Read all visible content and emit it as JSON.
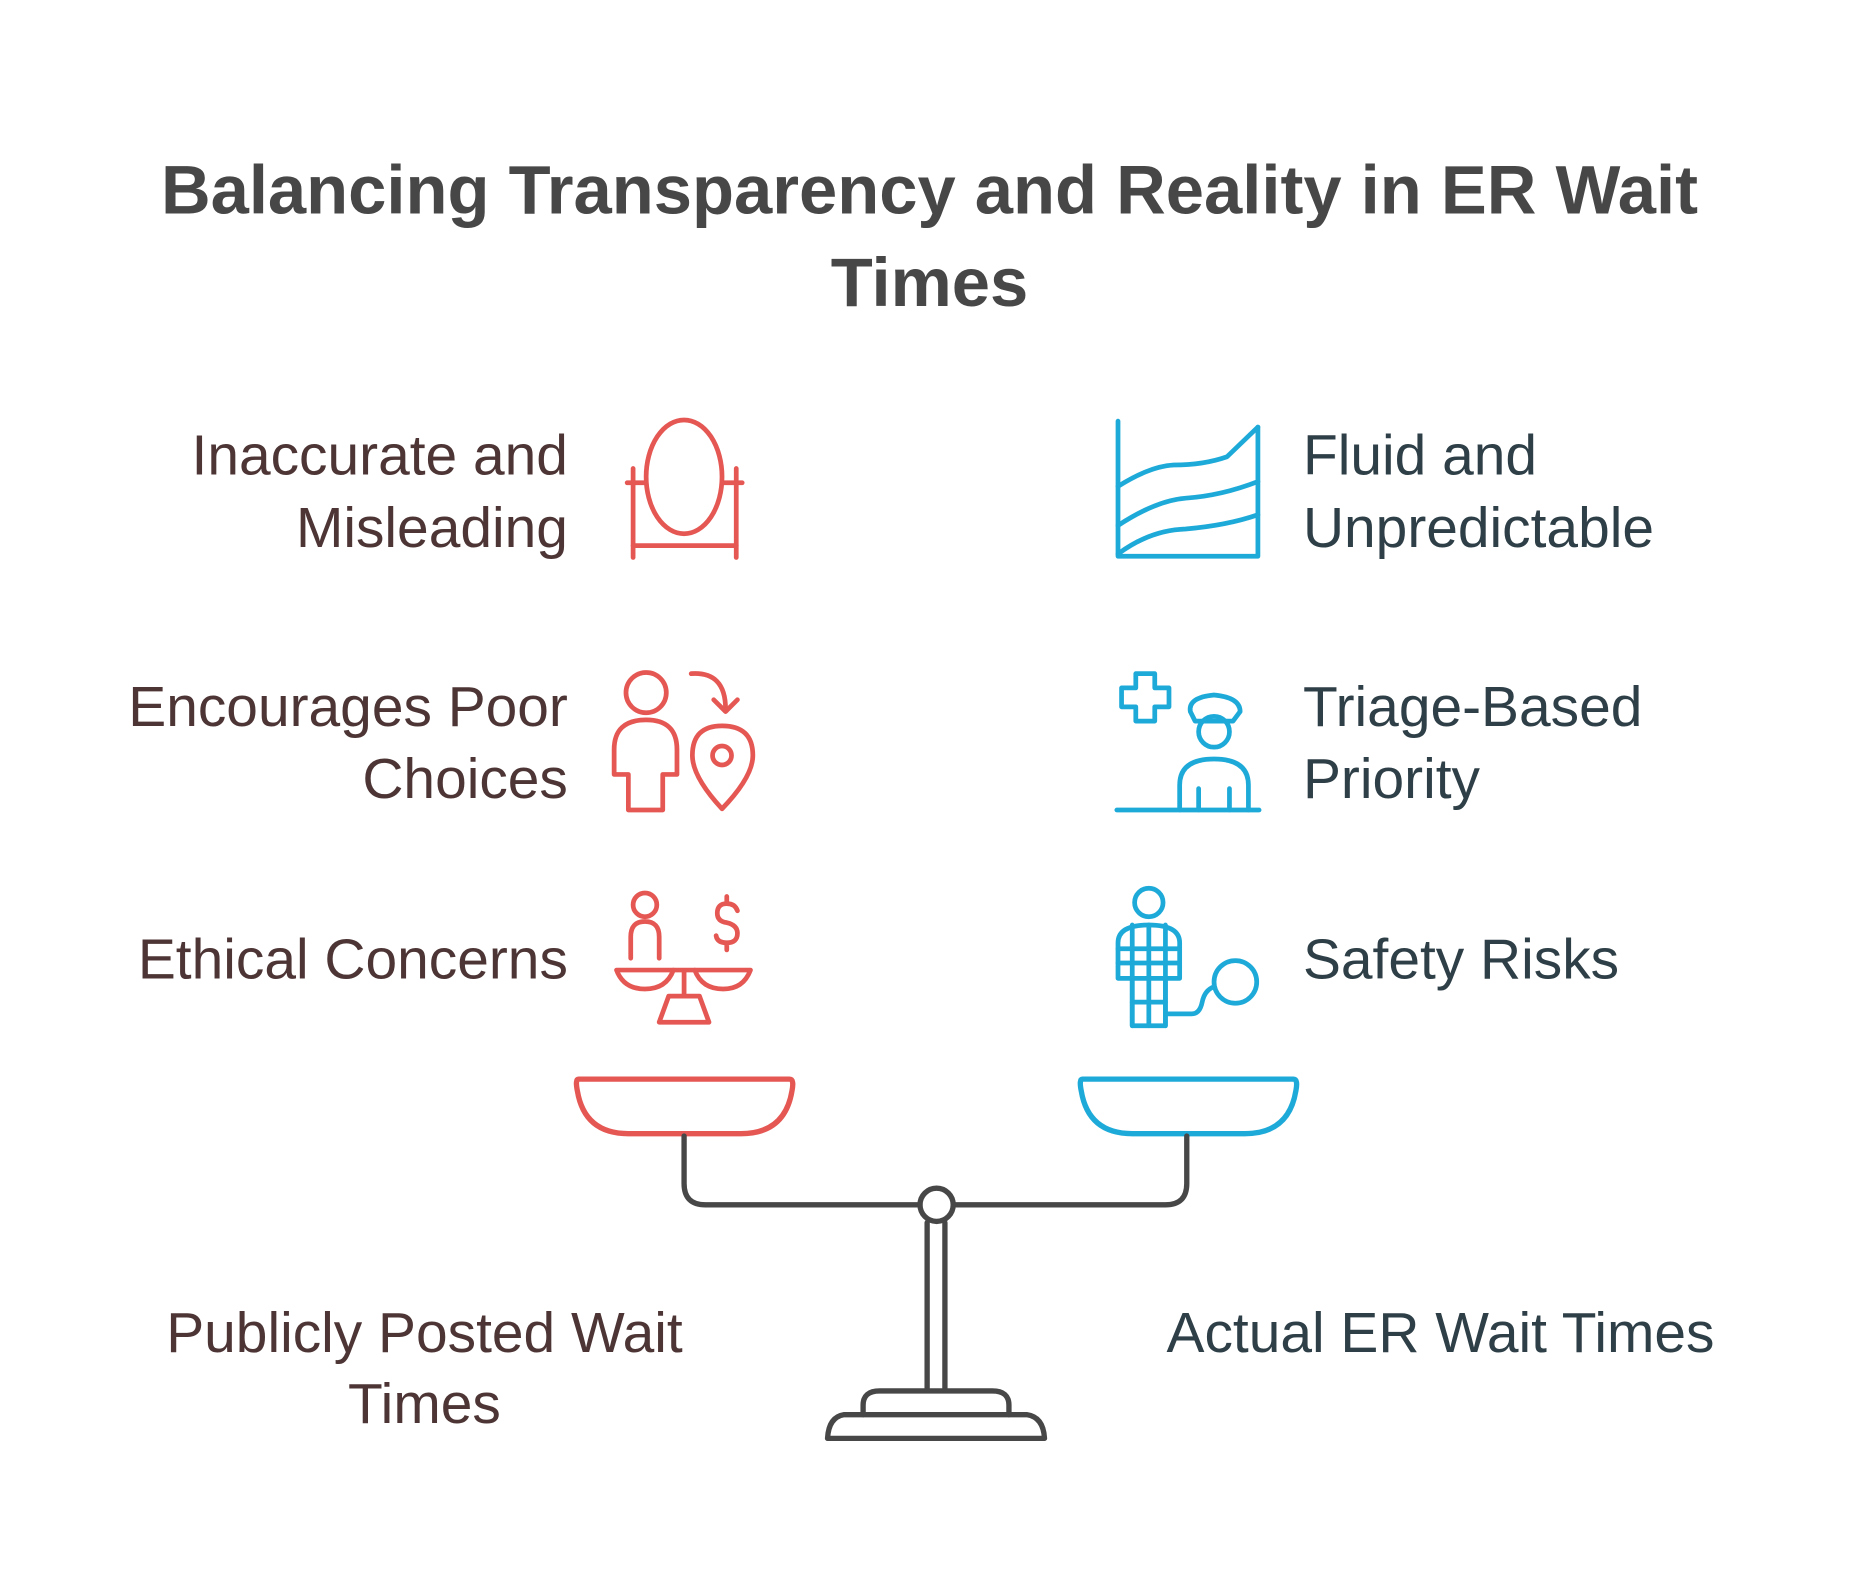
{
  "title": {
    "line1": "Balancing Transparency and Reality in ER Wait",
    "line2": "Times"
  },
  "left": {
    "heading": {
      "line1": "Publicly Posted Wait",
      "line2": "Times"
    },
    "items": [
      {
        "line1": "Inaccurate and",
        "line2": "Misleading",
        "icon": "mirror-icon"
      },
      {
        "line1": "Encourages Poor",
        "line2": "Choices",
        "icon": "person-location-icon"
      },
      {
        "line1": "Ethical Concerns",
        "icon": "ethics-scale-icon"
      }
    ]
  },
  "right": {
    "heading": {
      "line1": "Actual ER Wait Times"
    },
    "items": [
      {
        "line1": "Fluid and",
        "line2": "Unpredictable",
        "icon": "wave-chart-icon"
      },
      {
        "line1": "Triage-Based",
        "line2": "Priority",
        "icon": "nurse-icon"
      },
      {
        "line1": "Safety Risks",
        "icon": "patient-monitor-icon"
      }
    ]
  },
  "colors": {
    "left": "#E55753",
    "right": "#1EAAD9",
    "scale": "#474747"
  }
}
